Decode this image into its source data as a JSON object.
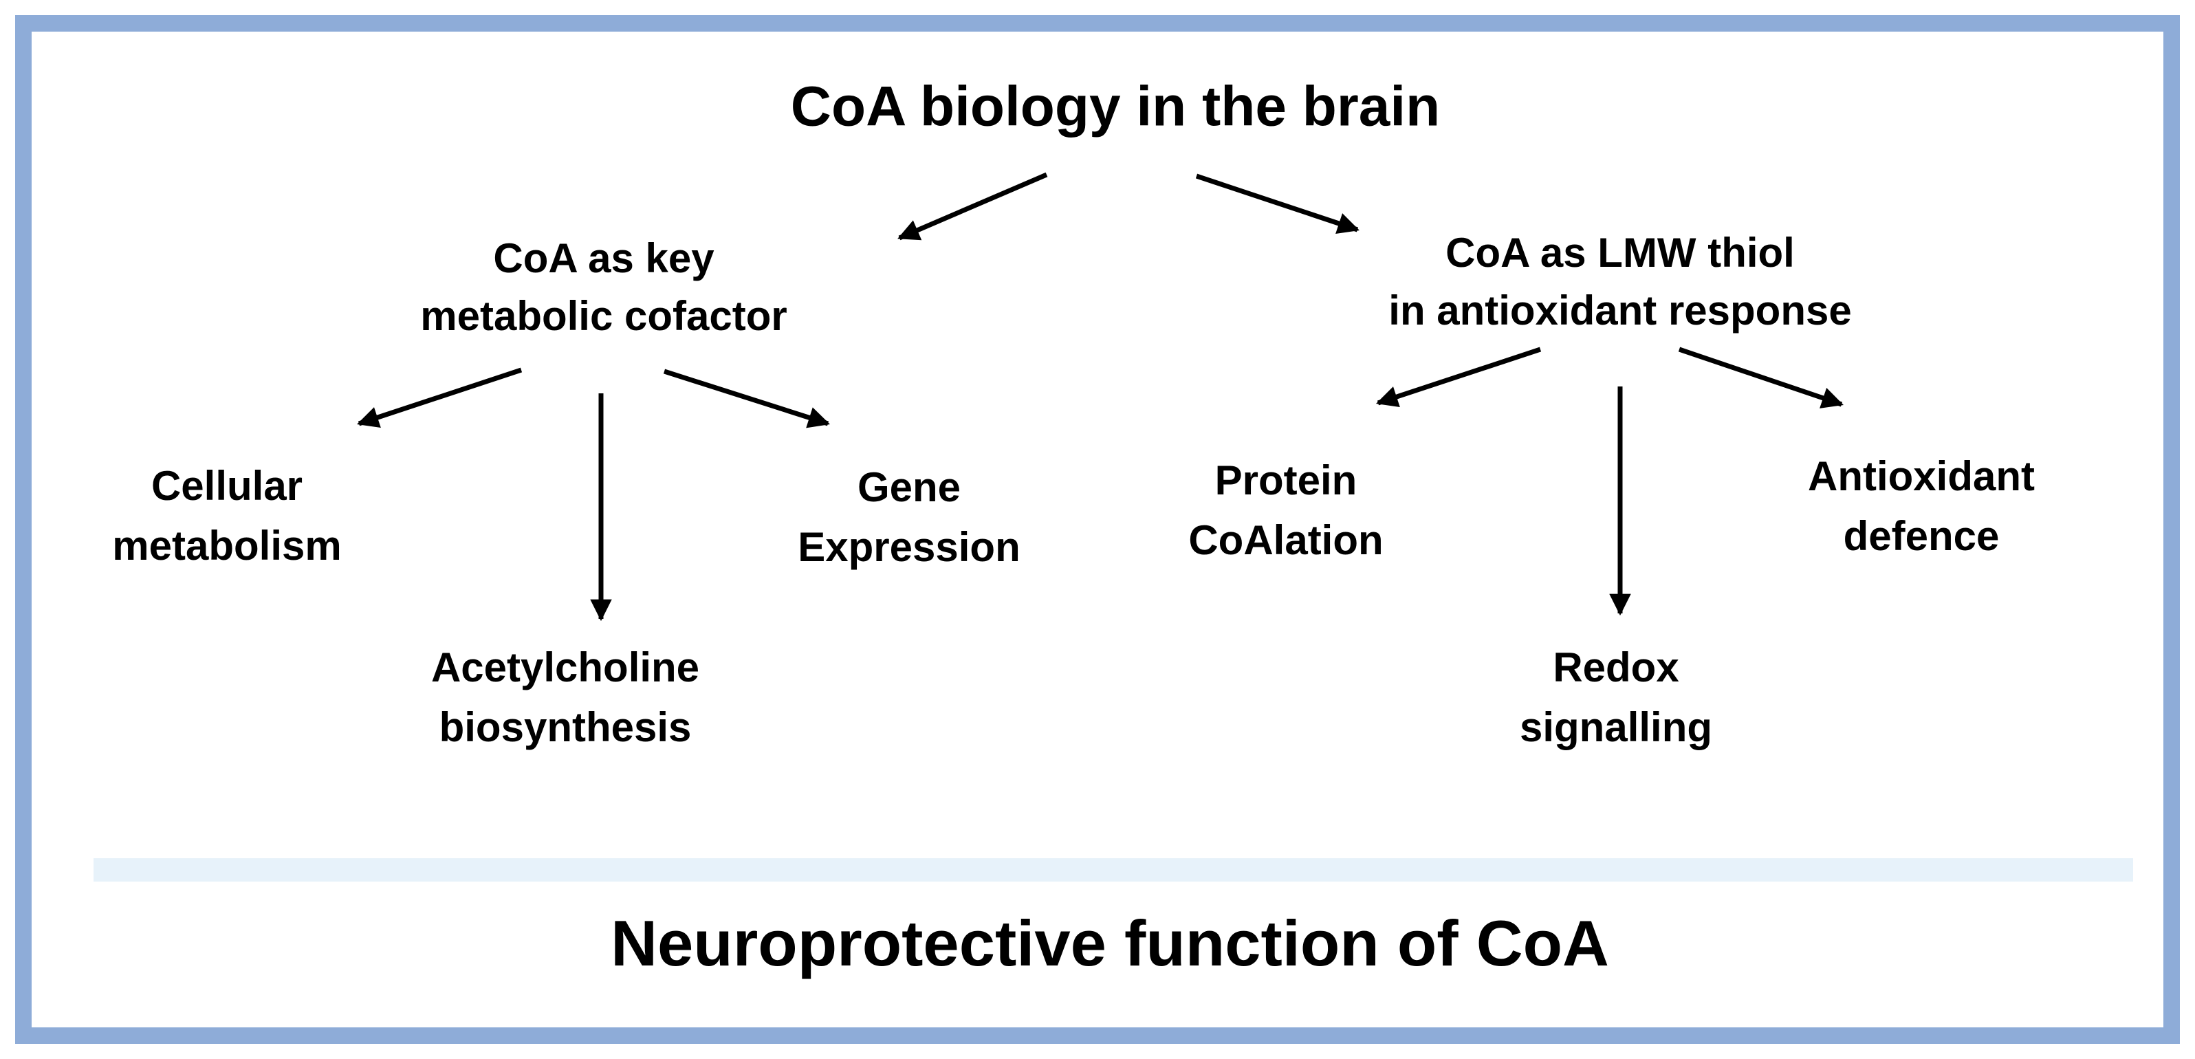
{
  "diagram": {
    "title": "CoA biology  in the brain",
    "branches": [
      {
        "label": "CoA as key\nmetabolic cofactor",
        "children": [
          {
            "label": "Cellular\nmetabolism"
          },
          {
            "label": "Acetylcholine\nbiosynthesis"
          },
          {
            "label": "Gene\nExpression"
          }
        ]
      },
      {
        "label": "CoA as LMW thiol\nin antioxidant response",
        "children": [
          {
            "label": "Protein\nCoAlation"
          },
          {
            "label": "Redox\nsignalling"
          },
          {
            "label": "Antioxidant\ndefence"
          }
        ]
      }
    ],
    "conclusion": "Neuroprotective function of CoA"
  },
  "colors": {
    "frame_border": "#8eacd8",
    "separator_band": "#e7f2fa",
    "text": "#000000",
    "arrow": "#000000"
  }
}
